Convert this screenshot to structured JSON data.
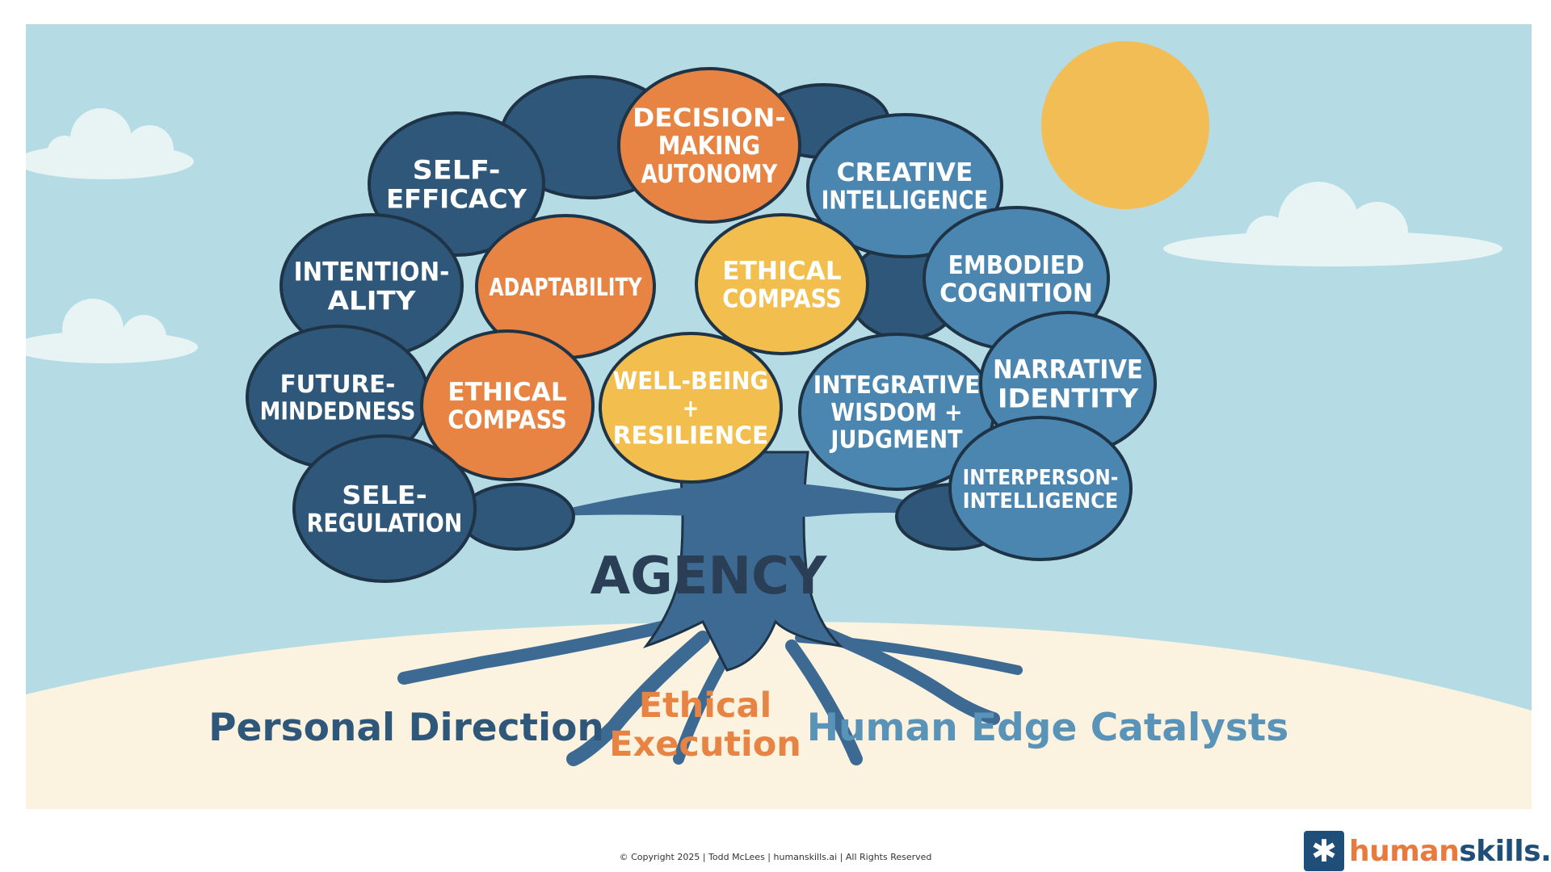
{
  "diagram": {
    "title": "AGENCY",
    "colors": {
      "sky": "#b5dbe4",
      "ground": "#fbf2e0",
      "sun": "#f2bd55",
      "cloud": "#e8f3f4",
      "dark_blue": "#2f5779",
      "mid_blue": "#4a86b0",
      "orange": "#e88443",
      "yellow": "#f2bf4f",
      "trunk": "#3d6a93",
      "outline": "#1e3346"
    },
    "nodes": [
      {
        "id": "self-efficacy",
        "lines": [
          "SELF-",
          "EFFICACY"
        ],
        "group": "personal"
      },
      {
        "id": "decision-making-autonomy",
        "lines": [
          "DECISION-",
          "MAKING",
          "AUTONOMY"
        ],
        "group": "ethical"
      },
      {
        "id": "creative-intelligence",
        "lines": [
          "CREATIVE",
          "INTELLIGENCE"
        ],
        "group": "catalyst"
      },
      {
        "id": "intentionality",
        "lines": [
          "INTENTION-",
          "ALITY"
        ],
        "group": "personal"
      },
      {
        "id": "adaptability",
        "lines": [
          "ADAPTABILITY"
        ],
        "group": "ethical"
      },
      {
        "id": "ethical-compass-top",
        "lines": [
          "ETHICAL",
          "COMPASS"
        ],
        "group": "ethical-yellow"
      },
      {
        "id": "embodied-cognition",
        "lines": [
          "EMBODIED",
          "COGNITION"
        ],
        "group": "catalyst"
      },
      {
        "id": "future-mindedness",
        "lines": [
          "FUTURE-",
          "MINDEDNESS"
        ],
        "group": "personal"
      },
      {
        "id": "ethical-compass-bottom",
        "lines": [
          "ETHICAL",
          "COMPASS"
        ],
        "group": "ethical"
      },
      {
        "id": "well-being-resilience",
        "lines": [
          "WELL-BEING",
          "+",
          "RESILIENCE"
        ],
        "group": "ethical-yellow"
      },
      {
        "id": "integrative-wisdom-judgment",
        "lines": [
          "INTEGRATIVE",
          "WISDOM +",
          "JUDGMENT"
        ],
        "group": "catalyst"
      },
      {
        "id": "narrative-identity",
        "lines": [
          "NARRATIVE",
          "IDENTITY"
        ],
        "group": "catalyst"
      },
      {
        "id": "sele-regulation",
        "lines": [
          "SELE-",
          "REGULATION"
        ],
        "group": "personal"
      },
      {
        "id": "interperson-intelligence",
        "lines": [
          "INTERPERSON-",
          "INTELLIGENCE"
        ],
        "group": "catalyst"
      }
    ],
    "categories": {
      "personal": "Personal Direction",
      "ethical_line1": "Ethical",
      "ethical_line2": "Execution",
      "catalyst": "Human Edge Catalysts"
    }
  },
  "footer": {
    "copyright": "© Copyright 2025 |  Todd McLees  |  humanskills.ai  | All Rights Reserved",
    "brand_part1": "human",
    "brand_part2": "skills.ai",
    "brand_icon": "asterisk-icon"
  }
}
